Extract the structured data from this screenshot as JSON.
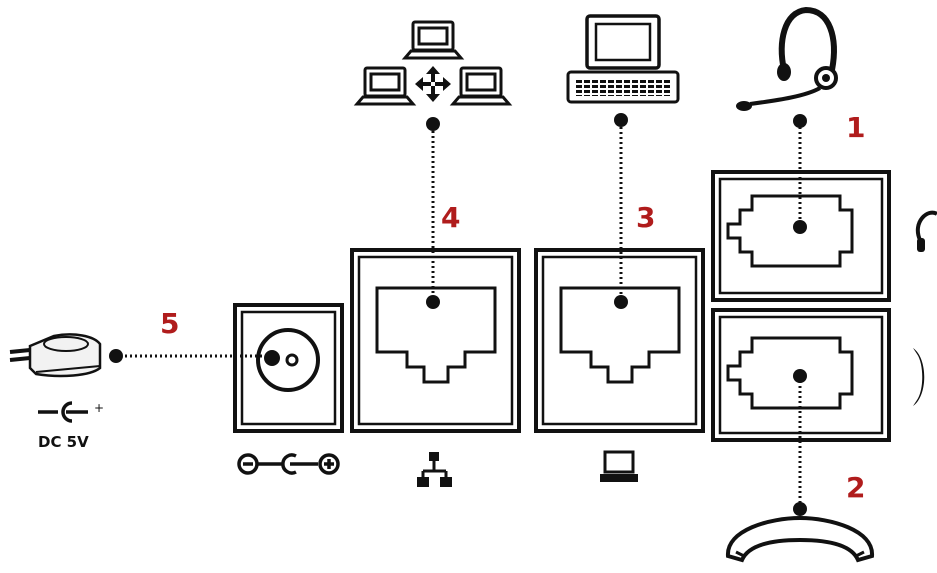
{
  "callouts": {
    "c1": "1",
    "c2": "2",
    "c3": "3",
    "c4": "4",
    "c5": "5"
  },
  "power_label": "DC 5V",
  "power_polarity_plus": "+",
  "colors": {
    "callout": "#b01c1c",
    "line": "#111111"
  },
  "icons": [
    "network-computers-icon",
    "pc-computer-icon",
    "headset-icon",
    "handset-icon",
    "power-adapter-icon",
    "dc-polarity-icon",
    "network-port-icon",
    "pc-port-icon",
    "headset-port-icon",
    "handset-port-icon"
  ]
}
